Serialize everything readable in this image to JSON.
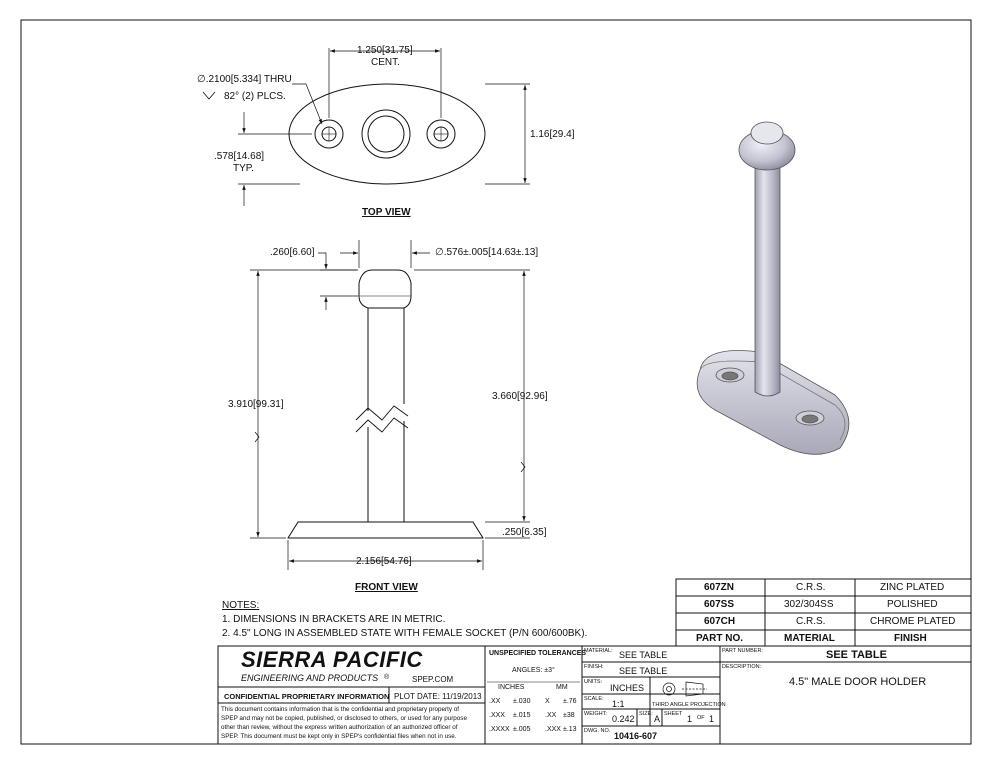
{
  "top_view": {
    "title": "TOP VIEW",
    "dim_centers": "1.250[31.75]",
    "dim_centers_note": "CENT.",
    "hole_dia": "∅.2100[5.334] THRU",
    "countersink": "82° (2) PLCS.",
    "dim_offset": ".578[14.68]",
    "dim_offset_note": "TYP.",
    "dim_width": "1.16[29.4]"
  },
  "front_view": {
    "title": "FRONT VIEW",
    "dim_head": ".260[6.60]",
    "dim_head_dia": "∅.576±.005[14.63±.13]",
    "dim_overall": "3.910[99.31]",
    "dim_height": "3.660[92.96]",
    "dim_base_thk": ".250[6.35]",
    "dim_base_len": "2.156[54.76]"
  },
  "notes": {
    "heading": "NOTES:",
    "items": [
      "1.   DIMENSIONS IN BRACKETS ARE IN METRIC.",
      "2.   4.5\" LONG IN ASSEMBLED STATE WITH FEMALE SOCKET (P/N 600/600BK)."
    ]
  },
  "parts_table": {
    "rows": [
      [
        "607ZN",
        "C.R.S.",
        "ZINC PLATED"
      ],
      [
        "607SS",
        "302/304SS",
        "POLISHED"
      ],
      [
        "607CH",
        "C.R.S.",
        "CHROME PLATED"
      ]
    ],
    "header": [
      "PART NO.",
      "MATERIAL",
      "FINISH"
    ]
  },
  "title_block": {
    "company": "SIERRA PACIFIC",
    "company_sub": "ENGINEERING AND PRODUCTS",
    "website": "SPEP.COM",
    "confidential": "CONFIDENTIAL PROPRIETARY INFORMATION",
    "plot_date": "PLOT DATE: 11/19/2013",
    "legal": [
      "This document contains information that is the confidential and proprietary property of",
      "SPEP and may not be copied, published, or disclosed to others, or used for any purpose",
      "other than review, without the express written authorization of an authorized officer of",
      "SPEP. This document must be kept only in SPEP's confidential files when not in use."
    ],
    "tolerances": {
      "heading": "UNSPECIFIED TOLERANCES",
      "angles": "ANGLES: ±3°",
      "inches_label": "INCHES",
      "mm_label": "MM",
      "rows": [
        [
          ".XX",
          "±.030",
          "X",
          "±.76"
        ],
        [
          ".XXX",
          "±.015",
          ".XX",
          "±38"
        ],
        [
          ".XXXX",
          "±.005",
          ".XXX",
          "±.13"
        ]
      ]
    },
    "material_label": "MATERIAL:",
    "material": "SEE TABLE",
    "finish_label": "FINISH:",
    "finish": "SEE TABLE",
    "units_label": "UNITS:",
    "units": "INCHES",
    "projection": "THIRD ANGLE PROJECTION",
    "scale_label": "SCALE:",
    "scale": "1:1",
    "weight_label": "WEIGHT:",
    "weight": "0.242",
    "size_label": "SIZE:",
    "size": "A",
    "sheet_label": "SHEET",
    "sheet": "1",
    "of_label": "OF",
    "sheet_total": "1",
    "dwg_label": "DWG. NO.",
    "dwg_no": "10416-607",
    "part_number_label": "PART NUMBER:",
    "part_number": "SEE TABLE",
    "description_label": "DESCRIPTION:",
    "description": "4.5\" MALE DOOR HOLDER"
  }
}
